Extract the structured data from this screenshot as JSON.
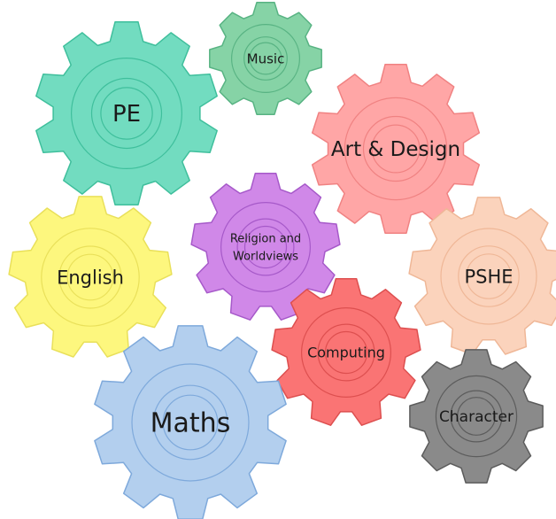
{
  "gears": [
    {
      "id": "music",
      "label": "Music",
      "fill": "#86d3a6",
      "stroke": "#58b383"
    },
    {
      "id": "pe",
      "label": "PE",
      "fill": "#72dcc0",
      "stroke": "#3fbf9c"
    },
    {
      "id": "art",
      "label": "Art & Design",
      "fill": "#ffa6a6",
      "stroke": "#f08282"
    },
    {
      "id": "english",
      "label": "English",
      "fill": "#fdf77e",
      "stroke": "#e9e05a"
    },
    {
      "id": "religion",
      "label": [
        "Religion and",
        "Worldviews"
      ],
      "fill": "#d088e8",
      "stroke": "#a659c9"
    },
    {
      "id": "pshe",
      "label": "PSHE",
      "fill": "#fbd3bc",
      "stroke": "#efb797"
    },
    {
      "id": "computing",
      "label": "Computing",
      "fill": "#fa7474",
      "stroke": "#dd4f4f"
    },
    {
      "id": "maths",
      "label": "Maths",
      "fill": "#b3cfee",
      "stroke": "#7ea9db"
    },
    {
      "id": "character",
      "label": "Character",
      "fill": "#8a8a8a",
      "stroke": "#5c5c5c"
    }
  ]
}
